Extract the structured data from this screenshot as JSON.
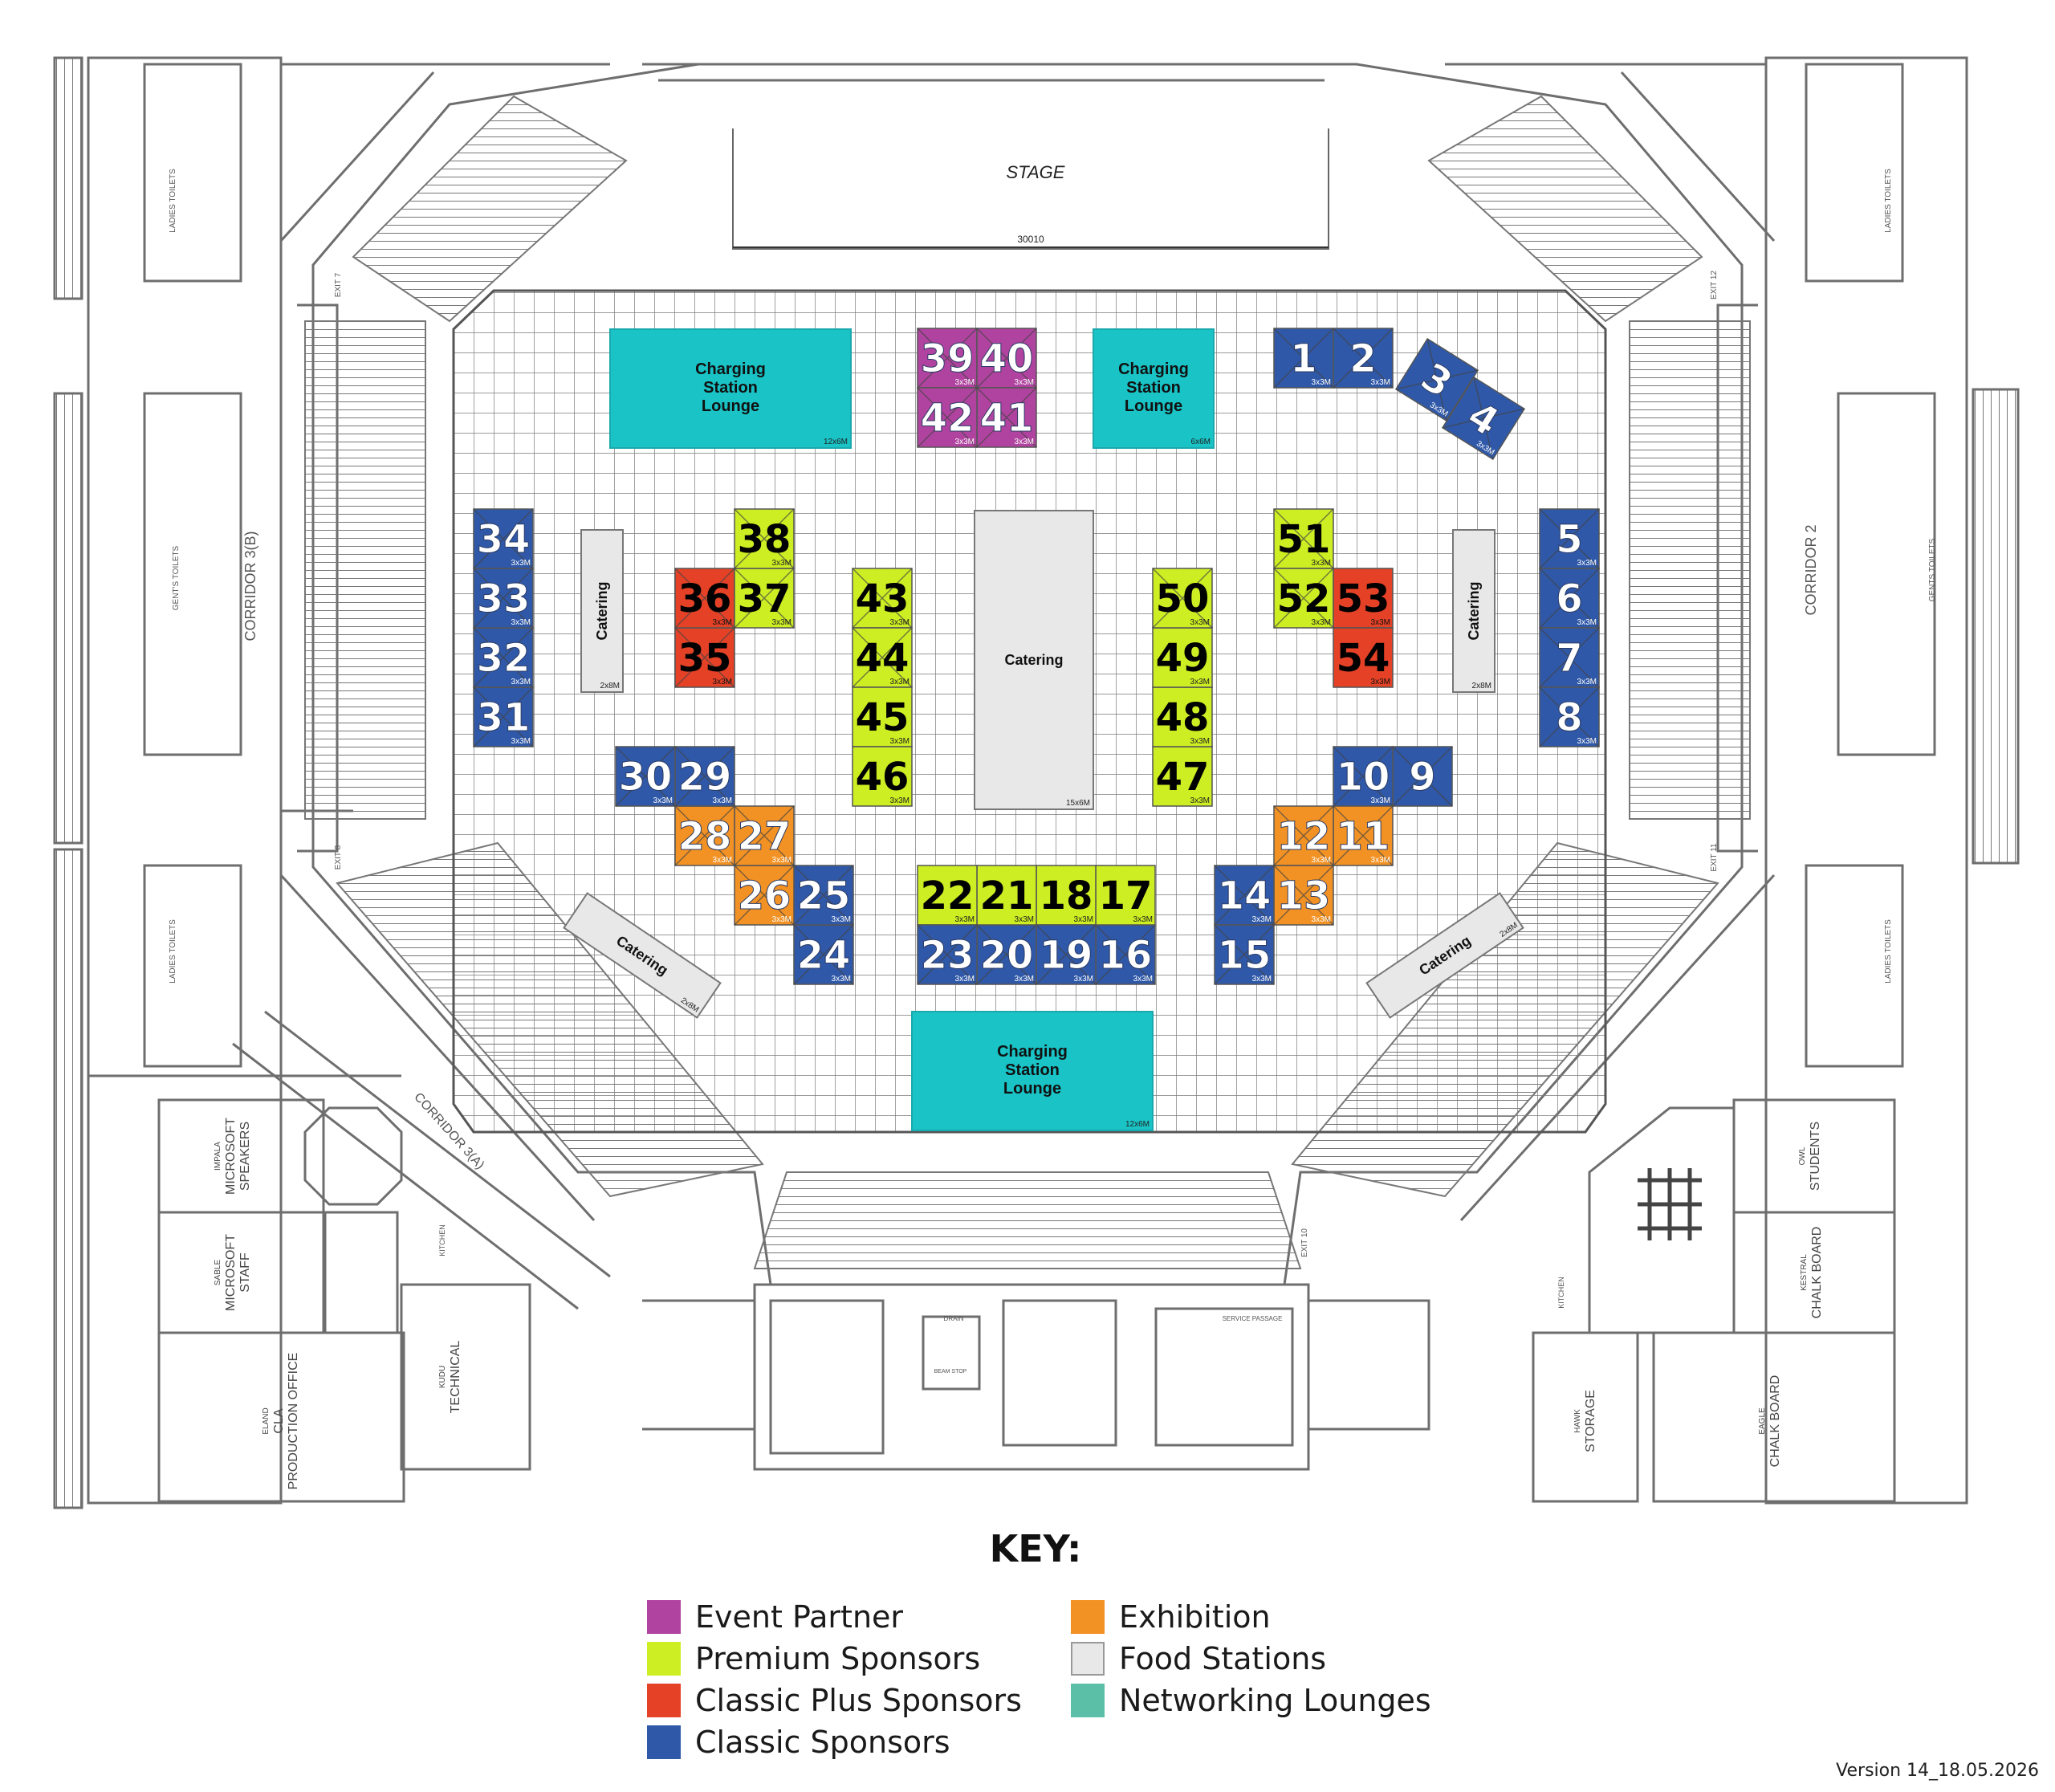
{
  "plan": {
    "stage_label": "STAGE",
    "stage_width": "30010",
    "corridors": {
      "left": "CORRIDOR 3(B)",
      "right": "CORRIDOR 2",
      "lower_left": "CORRIDOR 3(A)"
    },
    "exits": [
      "EXIT 7",
      "EXIT 8",
      "EXIT 12",
      "EXIT 11",
      "EXIT 10"
    ],
    "toilets": [
      "LADIES TOILETS",
      "GENT'S TOILETS",
      "LADIES TOILETS",
      "LADIES TOILETS",
      "GENTS TOILETS",
      "LADIES TOILETS"
    ],
    "rooms_left": [
      {
        "line1": "IMPALA",
        "line2": "MICROSOFT",
        "line3": "SPEAKERS"
      },
      {
        "line1": "SABLE",
        "line2": "MICROSOFT",
        "line3": "STAFF"
      },
      {
        "line1": "ELAND",
        "line2": "CLA",
        "line3": "PRODUCTION OFFICE"
      },
      {
        "line1": "KUDU",
        "line2": "TECHNICAL",
        "line3": ""
      }
    ],
    "rooms_right": [
      {
        "line1": "OWL",
        "line2": "STUDENTS",
        "line3": ""
      },
      {
        "line1": "KESTRAL",
        "line2": "CHALK BOARD",
        "line3": ""
      },
      {
        "line1": "HAWK",
        "line2": "STORAGE",
        "line3": ""
      },
      {
        "line1": "EAGLE",
        "line2": "CHALK BOARD",
        "line3": ""
      }
    ],
    "kitchen_label": "KITCHEN",
    "small_labels": [
      "DRAIN",
      "SERVICE PASSAGE",
      "BEAM STOP"
    ]
  },
  "colors": {
    "event_partner": "#b0439f",
    "premium": "#ccee22",
    "classic_plus": "#e44126",
    "classic": "#2f58a8",
    "exhibition": "#f39224",
    "food": "#e8e8e8",
    "networking": "#19c3c6",
    "networking_key": "#5bbfa8"
  },
  "features": [
    {
      "kind": "lounge",
      "name": "charging-station-lounge-1",
      "line1": "Charging",
      "line2": "Station",
      "line3": "Lounge",
      "size": "12x6M"
    },
    {
      "kind": "lounge",
      "name": "charging-station-lounge-2",
      "line1": "Charging",
      "line2": "Station",
      "line3": "Lounge",
      "size": "6x6M"
    },
    {
      "kind": "lounge",
      "name": "charging-station-lounge-3",
      "line1": "Charging",
      "line2": "Station",
      "line3": "Lounge",
      "size": "12x6M"
    },
    {
      "kind": "food",
      "name": "catering-center",
      "label": "Catering",
      "size": "15x6M"
    },
    {
      "kind": "food",
      "name": "catering-left",
      "label": "Catering",
      "size": "2x8M"
    },
    {
      "kind": "food",
      "name": "catering-right",
      "label": "Catering",
      "size": "2x8M"
    },
    {
      "kind": "food",
      "name": "catering-lower-left",
      "label": "Catering",
      "size": "2x8M"
    },
    {
      "kind": "food",
      "name": "catering-lower-right",
      "label": "Catering",
      "size": "2x8M"
    }
  ],
  "booths": [
    {
      "n": "1",
      "cat": "classic",
      "size": "3x3M"
    },
    {
      "n": "2",
      "cat": "classic",
      "size": "3x3M"
    },
    {
      "n": "3",
      "cat": "classic",
      "size": "3x3M"
    },
    {
      "n": "4",
      "cat": "classic",
      "size": "3x3M"
    },
    {
      "n": "5",
      "cat": "classic",
      "size": "3x3M"
    },
    {
      "n": "6",
      "cat": "classic",
      "size": "3x3M"
    },
    {
      "n": "7",
      "cat": "classic",
      "size": "3x3M"
    },
    {
      "n": "8",
      "cat": "classic",
      "size": "3x3M"
    },
    {
      "n": "9",
      "cat": "classic",
      "size": ""
    },
    {
      "n": "10",
      "cat": "classic",
      "size": "3x3M"
    },
    {
      "n": "11",
      "cat": "exhibition",
      "size": "3x3M"
    },
    {
      "n": "12",
      "cat": "exhibition",
      "size": "3x3M"
    },
    {
      "n": "13",
      "cat": "exhibition",
      "size": "3x3M"
    },
    {
      "n": "14",
      "cat": "classic",
      "size": "3x3M"
    },
    {
      "n": "15",
      "cat": "classic",
      "size": "3x3M"
    },
    {
      "n": "16",
      "cat": "classic",
      "size": "3x3M"
    },
    {
      "n": "17",
      "cat": "premium",
      "size": "3x3M"
    },
    {
      "n": "18",
      "cat": "premium",
      "size": "3x3M"
    },
    {
      "n": "19",
      "cat": "classic",
      "size": "3x3M"
    },
    {
      "n": "20",
      "cat": "classic",
      "size": "3x3M"
    },
    {
      "n": "21",
      "cat": "premium",
      "size": "3x3M"
    },
    {
      "n": "22",
      "cat": "premium",
      "size": "3x3M"
    },
    {
      "n": "23",
      "cat": "classic",
      "size": "3x3M"
    },
    {
      "n": "24",
      "cat": "classic",
      "size": "3x3M"
    },
    {
      "n": "25",
      "cat": "classic",
      "size": "3x3M"
    },
    {
      "n": "26",
      "cat": "exhibition",
      "size": "3x3M"
    },
    {
      "n": "27",
      "cat": "exhibition",
      "size": "3x3M"
    },
    {
      "n": "28",
      "cat": "exhibition",
      "size": "3x3M"
    },
    {
      "n": "29",
      "cat": "classic",
      "size": "3x3M"
    },
    {
      "n": "30",
      "cat": "classic",
      "size": "3x3M"
    },
    {
      "n": "31",
      "cat": "classic",
      "size": "3x3M"
    },
    {
      "n": "32",
      "cat": "classic",
      "size": "3x3M"
    },
    {
      "n": "33",
      "cat": "classic",
      "size": "3x3M"
    },
    {
      "n": "34",
      "cat": "classic",
      "size": "3x3M"
    },
    {
      "n": "35",
      "cat": "classic_plus",
      "size": "3x3M"
    },
    {
      "n": "36",
      "cat": "classic_plus",
      "size": "3x3M"
    },
    {
      "n": "37",
      "cat": "premium",
      "size": "3x3M"
    },
    {
      "n": "38",
      "cat": "premium",
      "size": "3x3M"
    },
    {
      "n": "39",
      "cat": "event_partner",
      "size": "3x3M"
    },
    {
      "n": "40",
      "cat": "event_partner",
      "size": "3x3M"
    },
    {
      "n": "41",
      "cat": "event_partner",
      "size": "3x3M"
    },
    {
      "n": "42",
      "cat": "event_partner",
      "size": "3x3M"
    },
    {
      "n": "43",
      "cat": "premium",
      "size": "3x3M"
    },
    {
      "n": "44",
      "cat": "premium",
      "size": "3x3M"
    },
    {
      "n": "45",
      "cat": "premium",
      "size": "3x3M"
    },
    {
      "n": "46",
      "cat": "premium",
      "size": "3x3M"
    },
    {
      "n": "47",
      "cat": "premium",
      "size": "3x3M"
    },
    {
      "n": "48",
      "cat": "premium",
      "size": "3x3M"
    },
    {
      "n": "49",
      "cat": "premium",
      "size": "3x3M"
    },
    {
      "n": "50",
      "cat": "premium",
      "size": "3x3M"
    },
    {
      "n": "51",
      "cat": "premium",
      "size": "3x3M"
    },
    {
      "n": "52",
      "cat": "premium",
      "size": "3x3M"
    },
    {
      "n": "53",
      "cat": "classic_plus",
      "size": "3x3M"
    },
    {
      "n": "54",
      "cat": "classic_plus",
      "size": "3x3M"
    }
  ],
  "key": {
    "title": "KEY:",
    "items": [
      {
        "label": "Event Partner",
        "color": "#b0439f"
      },
      {
        "label": "Premium Sponsors",
        "color": "#ccee22"
      },
      {
        "label": "Classic Plus Sponsors",
        "color": "#e44126"
      },
      {
        "label": "Classic Sponsors",
        "color": "#2f58a8"
      },
      {
        "label": "Exhibition",
        "color": "#f39224"
      },
      {
        "label": "Food Stations",
        "color": "#e8e8e8"
      },
      {
        "label": "Networking Lounges",
        "color": "#5bbfa8"
      }
    ]
  },
  "version": "Version 14_18.05.2026"
}
